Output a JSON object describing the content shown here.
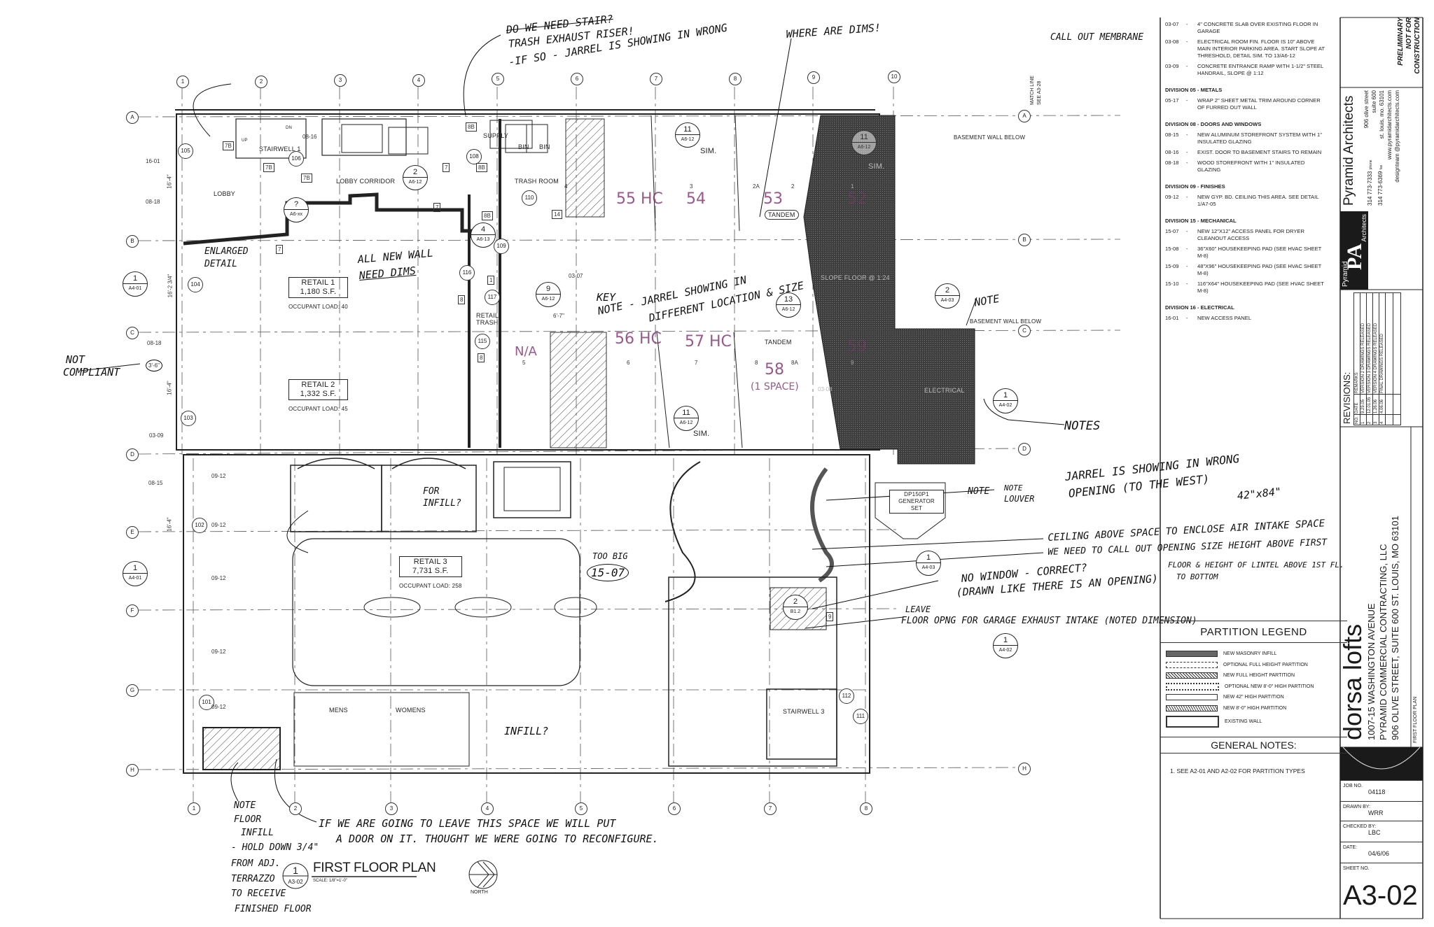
{
  "drawing": {
    "title": "FIRST FLOOR PLAN",
    "scale": "SCALE: 1/8\"=1'-0\"",
    "detail_number": "1",
    "detail_sheet": "A3-02",
    "north_label": "NORTH",
    "match_line": "MATCH LINE",
    "match_line_ref": "SEE A3-28"
  },
  "grid": {
    "rows": [
      "A",
      "B",
      "C",
      "D",
      "E",
      "F",
      "G",
      "H"
    ],
    "top_columns": [
      "1",
      "2",
      "3",
      "4",
      "5",
      "6",
      "7",
      "8",
      "9",
      "10"
    ],
    "bottom_columns": [
      "1",
      "2",
      "3",
      "4",
      "5",
      "6",
      "7",
      "8"
    ]
  },
  "rooms": {
    "lobby": "LOBBY",
    "stairwell1": "STAIRWELL 1",
    "lobby_corridor": "LOBBY CORRIDOR",
    "supply": "SUPPLY",
    "trash_room": "TRASH ROOM",
    "bin": "BIN",
    "retail1": {
      "name": "RETAIL 1",
      "area": "1,180 S.F.",
      "load": "OCCUPANT LOAD: 40"
    },
    "retail2": {
      "name": "RETAIL 2",
      "area": "1,332 S.F.",
      "load": "OCCUPANT LOAD: 45"
    },
    "retail3": {
      "name": "RETAIL 3",
      "area": "7,731 S.F.",
      "load": "OCCUPANT LOAD: 258"
    },
    "retail_trash": "RETAIL TRASH",
    "mens": "MENS",
    "womens": "WOMENS",
    "stairwell3": "STAIRWELL 3",
    "generator": "DP150P1 GENERATOR SET",
    "electrical": "ELECTRICAL",
    "slope_floor": "SLOPE FLOOR @ 1:24",
    "tandem": "TANDEM",
    "basement_wall": "BASEMENT WALL BELOW",
    "sim": "SIM.",
    "up": "UP",
    "dn": "DN"
  },
  "door_tags": [
    "105",
    "106",
    "108",
    "110",
    "109",
    "116",
    "117",
    "115",
    "104",
    "103",
    "102",
    "101",
    "112",
    "111"
  ],
  "part_tags": [
    "7B",
    "7B",
    "7B",
    "8B",
    "8B",
    "8B",
    "7",
    "7",
    "7",
    "14",
    "8",
    "8",
    "1",
    "4",
    "9"
  ],
  "keynote_tags": [
    "16-01",
    "08-18",
    "08-18",
    "03-09",
    "08-16",
    "08-15",
    "09-12",
    "09-12",
    "09-12",
    "09-12",
    "09-12",
    "03-07",
    "03-08"
  ],
  "dimensions": [
    "16'-4\"",
    "16'-2 3/4\"",
    "3'-6\"",
    "16'-4\"",
    "6'-7\"",
    "16'-4\""
  ],
  "parking_spaces": [
    "4",
    "3",
    "2A",
    "2",
    "1",
    "5",
    "6",
    "7",
    "8",
    "8A",
    "9"
  ],
  "sections": [
    {
      "n": "1",
      "s": "A4-01"
    },
    {
      "n": "1",
      "s": "A4-01"
    },
    {
      "n": "2",
      "s": "A6-12"
    },
    {
      "n": "?",
      "s": "A6-xx"
    },
    {
      "n": "11",
      "s": "A6-12"
    },
    {
      "n": "11",
      "s": "A6-12"
    },
    {
      "n": "9",
      "s": "A6-12"
    },
    {
      "n": "13",
      "s": "A6-12"
    },
    {
      "n": "2",
      "s": "A4-03"
    },
    {
      "n": "1",
      "s": "A4-02"
    },
    {
      "n": "1",
      "s": "A4-03"
    },
    {
      "n": "1",
      "s": "A4-02"
    },
    {
      "n": "4",
      "s": "A6-13"
    },
    {
      "n": "2",
      "s": "B1.2"
    },
    {
      "n": "11",
      "s": "A6-12"
    }
  ],
  "markups_magenta": [
    "55 HC",
    "54",
    "53",
    "52",
    "56 HC",
    "57 HC",
    "58",
    "(1 SPACE)",
    "59",
    "N/A"
  ],
  "annotations": [
    "DO WE NEED STAIR?",
    "TRASH EXHAUST RISER!",
    "-IF SO - JARREL IS SHOWING IN WRONG",
    "WHERE ARE DIMS!",
    "CALL OUT MEMBRANE",
    "ENLARGED",
    "DETAIL",
    "ALL NEW WALL",
    "NEED DIMS",
    "KEY",
    "NOTE - JARREL SHOWING IN",
    "DIFFERENT LOCATION & SIZE",
    "NOTE",
    "NOT",
    "COMPLIANT",
    "NOTES",
    "NOTE",
    "NOTE",
    "LOUVER",
    "JARREL IS SHOWING IN WRONG",
    "OPENING (TO THE WEST)",
    "42\"x84\"",
    "CEILING ABOVE SPACE TO ENCLOSE AIR INTAKE SPACE",
    "WE NEED TO CALL OUT OPENING SIZE HEIGHT ABOVE FIRST",
    "FLOOR & HEIGHT OF LINTEL ABOVE 1ST FL.",
    "TO BOTTOM",
    "NO WINDOW - CORRECT?",
    "(DRAWN LIKE THERE IS AN OPENING)",
    "LEAVE",
    "FLOOR OPNG FOR GARAGE EXHAUST INTAKE (NOTED DIMENSION)",
    "FOR",
    "INFILL?",
    "TOO BIG",
    "15-07",
    "INFILL?",
    "NOTE",
    "FLOOR",
    "INFILL",
    "- HOLD DOWN 3/4\"",
    "FROM ADJ.",
    "TERRAZZO",
    "TO RECEIVE",
    "FINISHED FLOOR",
    "IF WE ARE GOING TO LEAVE THIS SPACE WE WILL PUT",
    "A DOOR ON IT.  THOUGHT WE WERE GOING TO RECONFIGURE."
  ],
  "keynotes": [
    {
      "division": "",
      "items": [
        {
          "code": "03-07",
          "text": "4\" CONCRETE SLAB OVER EXISTING FLOOR IN GARAGE"
        },
        {
          "code": "03-08",
          "text": "ELECTRICAL ROOM FIN. FLOOR IS 10\" ABOVE MAIN INTERIOR PARKING AREA.  START SLOPE AT THRESHOLD, DETAIL SIM. TO 13/A6-12"
        },
        {
          "code": "03-09",
          "text": "CONCRETE ENTRANCE RAMP WITH 1-1/2\" STEEL HANDRAIL, SLOPE @ 1:12"
        }
      ]
    },
    {
      "division": "DIVISION 05 - METALS",
      "items": [
        {
          "code": "05-17",
          "text": "WRAP 2\" SHEET METAL TRIM AROUND CORNER OF FURRED OUT WALL"
        }
      ]
    },
    {
      "division": "DIVISION 08 - DOORS AND WINDOWS",
      "items": [
        {
          "code": "08-15",
          "text": "NEW ALUMINUM STOREFRONT SYSTEM WITH 1\" INSULATED GLAZING"
        },
        {
          "code": "08-16",
          "text": "EXIST. DOOR TO BASEMENT STAIRS TO REMAIN"
        },
        {
          "code": "08-18",
          "text": "WOOD STOREFRONT WITH 1\" INSULATED GLAZING"
        }
      ]
    },
    {
      "division": "DIVISION 09 - FINISHES",
      "items": [
        {
          "code": "09-12",
          "text": "NEW GYP. BD. CEILING THIS AREA.  SEE DETAIL 1/A7-05"
        }
      ]
    },
    {
      "division": "DIVISION 15 - MECHANICAL",
      "items": [
        {
          "code": "15-07",
          "text": "NEW 12\"X12\" ACCESS PANEL FOR DRYER CLEANOUT ACCESS"
        },
        {
          "code": "15-08",
          "text": "36\"X60\" HOUSEKEEPING PAD (SEE HVAC SHEET M-8)"
        },
        {
          "code": "15-09",
          "text": "48\"X96\" HOUSEKEEPING PAD (SEE HVAC SHEET M-8)"
        },
        {
          "code": "15-10",
          "text": "116\"X64\" HOUSEKEEPING PAD (SEE HVAC SHEET M-8)"
        }
      ]
    },
    {
      "division": "DIVISION 16 - ELECTRICAL",
      "items": [
        {
          "code": "16-01",
          "text": "NEW ACCESS PANEL"
        }
      ]
    }
  ],
  "partition_legend": {
    "title": "PARTITION LEGEND",
    "items": [
      {
        "label": "NEW MASONRY INFILL",
        "pattern": "masonry"
      },
      {
        "label": "OPTIONAL FULL HEIGHT PARTITION",
        "pattern": "dashed"
      },
      {
        "label": "NEW FULL HEIGHT PARTITION",
        "pattern": "crosshatch"
      },
      {
        "label": "OPTIONAL NEW 8'-0\" HIGH PARTITION",
        "pattern": "dotted-box"
      },
      {
        "label": "NEW 42\" HIGH PARTITION",
        "pattern": "empty"
      },
      {
        "label": "NEW 8'-0\" HIGH PARTITION",
        "pattern": "diagonal"
      },
      {
        "label": "EXISTING WALL",
        "pattern": "thick-outline"
      }
    ]
  },
  "general_notes": {
    "title": "GENERAL NOTES:",
    "items": [
      "1.  SEE A2-01 AND A2-02 FOR PARTITION TYPES"
    ]
  },
  "title_block": {
    "stamp": [
      "PRELIMINARY",
      "NOT FOR",
      "CONSTRUCTION"
    ],
    "firm": "Pyramid Architects",
    "logo_top": "Pyramid",
    "logo_letters": "PA",
    "logo_bottom": "Architects",
    "phone": "314 773-7333",
    "phone_label": "phone",
    "fax": "314 773-6369",
    "fax_label": "fax",
    "address1": "906 olive street",
    "address2": "suite 600",
    "address3": "st. louis, mo. 63101",
    "web": "www.pyramidarchitects.com",
    "email": "designteam @pyramidarchitects.com",
    "revisions_title": "REVISIONS:",
    "revisions_headers": [
      "NO.",
      "DATE",
      "REMARKS"
    ],
    "revisions": [
      {
        "no": "1",
        "date": "9.29.05",
        "remarks": "VERSION 2 DRAWINGS RELEASED"
      },
      {
        "no": "2",
        "date": "12.01.05",
        "remarks": "VERSION 3 DRAWINGS RELEASED"
      },
      {
        "no": "3",
        "date": "1.26.06",
        "remarks": "VERSION 4 DRAWINGS RELEASED"
      },
      {
        "no": "4",
        "date": "4.06.06",
        "remarks": "FINAL DRAWINGS RELEASED"
      }
    ],
    "project": "dorsa lofts",
    "project_address": "1007-15 WASHINGTON AVENUE",
    "client": "PYRAMID COMMERCIAL CONTRACTING, LLC",
    "client_address": "906 OLIVE STREET, SUITE 600 ST. LOUIS, MO 63101",
    "sheet_title": "FIRST FLOOR PLAN",
    "job_no_label": "JOB NO.",
    "job_no": "04118",
    "drawn_by_label": "DRAWN BY:",
    "drawn_by": "WRR",
    "checked_by_label": "CHECKED BY:",
    "checked_by": "LBC",
    "date_label": "DATE:",
    "date": "04/6/06",
    "sheet_no_label": "SHEET NO.",
    "sheet_no": "A3-02"
  },
  "colors": {
    "ink": "#1a1a1a",
    "markup_magenta": "#8a3a78",
    "shaded_area": "#4a4a4a"
  }
}
